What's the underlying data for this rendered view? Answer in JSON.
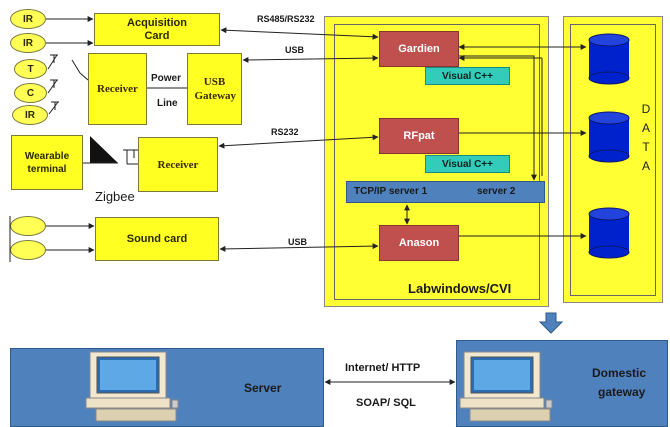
{
  "sensors": {
    "ir1": "IR",
    "ir2": "IR",
    "t": "T",
    "c": "C",
    "ir3": "IR"
  },
  "boxes": {
    "acquisition": "Acquisition Card",
    "receiver1": "Receiver",
    "power": "Power",
    "line": "Line",
    "usb_gateway": "USB Gateway",
    "wearable": "Wearable terminal",
    "zigbee": "Zigbee",
    "receiver2": "Receiver",
    "sound_card": "Sound card"
  },
  "links": {
    "rs485": "RS485/RS232",
    "usb1": "USB",
    "rs232": "RS232",
    "usb2": "USB"
  },
  "software": {
    "gardien": "Gardien",
    "visual_c1": "Visual C++",
    "rfpat": "RFpat",
    "visual_c2": "Visual C++",
    "tcp_server1": "TCP/IP server 1",
    "server2": "server 2",
    "anason": "Anason",
    "labwindows": "Labwindows/CVI"
  },
  "data_panel": {
    "label": "D A T A"
  },
  "network": {
    "server": "Server",
    "internet": "Internet/ HTTP",
    "soap": "SOAP/ SQL",
    "gateway_line1": "Domestic",
    "gateway_line2": "gateway"
  },
  "colors": {
    "yellow": "#ffff22",
    "module_red": "#c0504d",
    "teal": "#33ccbb",
    "blue_panel": "#4f81bd",
    "cylinder": "#0022cc"
  }
}
